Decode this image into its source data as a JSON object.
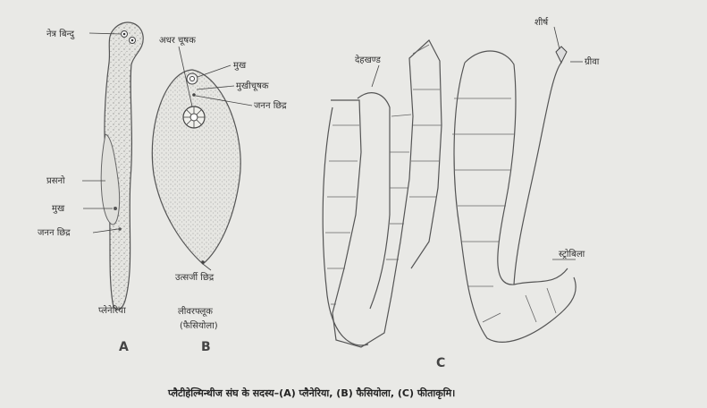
{
  "figure": {
    "caption": "प्लैटीहेल्मिन्थीज संघ के सदस्य–(A) प्लैनेरिया, (B) फैसियोला, (C) फीताकृमि।",
    "panel_a": {
      "letter": "A",
      "name": "प्लेनेरिया",
      "labels": {
        "eyespot": "नेत्र बिन्दु",
        "proboscis": "प्रसनो",
        "mouth": "मुख",
        "genital_pore": "जनन छिद्र"
      }
    },
    "panel_b": {
      "letter": "B",
      "name_line1": "लीवरफ्लूक",
      "name_line2": "(फैसियोला)",
      "labels": {
        "ventral_sucker": "अधर चूषक",
        "mouth": "मुख",
        "oral_sucker": "मुखीचूषक",
        "genital_pore": "जनन छिद्र",
        "excretory_pore": "उत्सर्जी छिद्र"
      }
    },
    "panel_c": {
      "letter": "C",
      "labels": {
        "proglottid": "देहखण्ड",
        "scolex": "शीर्ष",
        "neck": "ग्रीवा",
        "strobila": "स्ट्रोबिला"
      }
    }
  }
}
